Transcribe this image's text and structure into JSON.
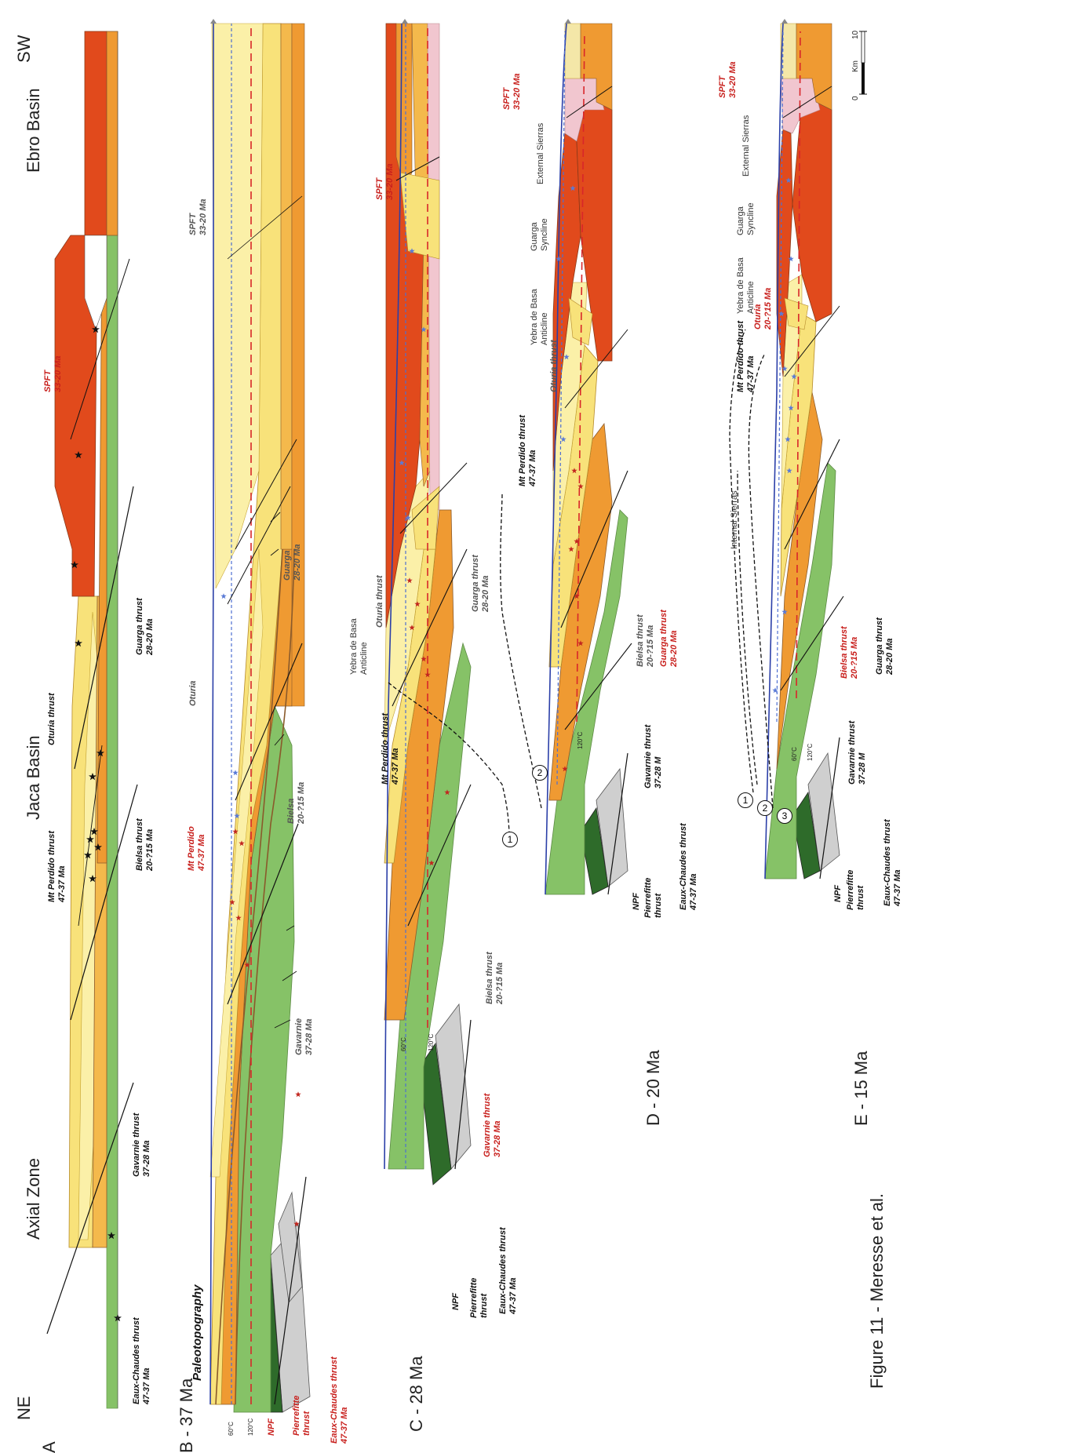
{
  "figure": {
    "caption": "Figure 11 - Meresse et al.",
    "orientation": {
      "ne": "NE",
      "sw": "SW"
    },
    "regions": {
      "axial_zone": "Axial Zone",
      "jaca_basin": "Jaca Basin",
      "ebro_basin": "Ebro Basin"
    },
    "scale_bar": {
      "zero": "0",
      "ten": "10",
      "unit": "Km"
    },
    "colors": {
      "ebro_red": "#e14a1c",
      "orange": "#ef9a32",
      "light_orange": "#f4b94c",
      "yellow": "#f8e27a",
      "pale_yellow": "#fbf0a8",
      "green": "#86c267",
      "dark_green": "#2e6b2a",
      "grey": "#cfcfcf",
      "pink": "#f1c6cf",
      "brown_line": "#8a5a2b",
      "blue_line": "#2b3fa8",
      "red_dash": "#d8262a",
      "blue_dash": "#4e6fd1",
      "star_blue": "#5a7ad6",
      "star_red": "#c2261f"
    },
    "panel_a": {
      "letter": "A",
      "eaux_chaudes": {
        "name": "Eaux-Chaudes thrust",
        "age": "47-37 Ma"
      },
      "gavarnie": {
        "name": "Gavarnie thrust",
        "age": "37-28 Ma"
      },
      "mt_perdido": {
        "name": "Mt Perdido thrust",
        "age": "47-37 Ma"
      },
      "bielsa": {
        "name": "Bielsa thrust",
        "age": "20-?15 Ma"
      },
      "oturia": {
        "name": "Oturia thrust"
      },
      "guarga": {
        "name": "Guarga thrust",
        "age": "28-20 Ma"
      },
      "spft": {
        "name": "SPFT",
        "age": "33-20 Ma"
      }
    },
    "panel_b": {
      "label": "B - 37 Ma",
      "paleotopography": "Paleotopography",
      "iso60": "60°C",
      "iso120": "120°C",
      "npf": "NPF",
      "pierrefitte": {
        "name": "Pierrefitte",
        "name2": "thrust"
      },
      "eaux_chaudes": {
        "name": "Eaux-Chaudes thrust",
        "age": "47-37 Ma"
      },
      "gavarnie": {
        "name": "Gavarnie",
        "age": "37-28 Ma"
      },
      "mt_perdido": {
        "name": "Mt Perdido",
        "age": "47-37 Ma"
      },
      "bielsa": {
        "name": "Bielsa",
        "age": "20-?15 Ma"
      },
      "oturia": {
        "name": "Oturia"
      },
      "guarga": {
        "name": "Guarga",
        "age": "28-20 Ma"
      },
      "spft": {
        "name": "SPFT",
        "age": "33-20 Ma"
      }
    },
    "panel_c": {
      "label": "C - 28 Ma",
      "npf": "NPF",
      "pierrefitte": {
        "name": "Pierrefitte",
        "name2": "thrust"
      },
      "eaux_chaudes": {
        "name": "Eaux-Chaudes thrust",
        "age": "47-37 Ma"
      },
      "gavarnie": {
        "name": "Gavarnie thrust",
        "age": "37-28 Ma"
      },
      "bielsa": {
        "name": "Bielsa thrust",
        "age": "20-?15 Ma"
      },
      "mt_perdido": {
        "name": "Mt Perdido thrust",
        "age": "47-37 Ma"
      },
      "yebra": {
        "name": "Yebra de Basa",
        "name2": "Anticline"
      },
      "oturia": {
        "name": "Oturia thrust"
      },
      "guarga": {
        "name": "Guarga thrust",
        "age": "28-20 Ma"
      },
      "spft": {
        "name": "SPFT",
        "age": "33-20 Ma"
      },
      "iso60": "60°C",
      "iso120": "120°C",
      "marker": "1"
    },
    "panel_d": {
      "label": "D - 20 Ma",
      "npf": "NPF",
      "pierrefitte": {
        "name": "Pierrefitte",
        "name2": "thrust"
      },
      "eaux_chaudes": {
        "name": "Eaux-Chaudes thrust",
        "age": "47-37 Ma"
      },
      "gavarnie": {
        "name": "Gavarnie thrust",
        "age": "37-28 M"
      },
      "bielsa": {
        "name": "Bielsa thrust",
        "age": "20-?15 Ma"
      },
      "guarga": {
        "name": "Guarga thrust",
        "age": "28-20 Ma"
      },
      "mt_perdido": {
        "name": "Mt Perdido thrust",
        "age": "47-37 Ma"
      },
      "oturia": {
        "name": "Oturia thrust"
      },
      "yebra": {
        "name": "Yebra de Basa",
        "name2": "Anticline"
      },
      "guarga_syncline": {
        "name": "Guarga",
        "name2": "Syncline"
      },
      "external_sierras": "External Sierras",
      "spft": {
        "name": "SPFT",
        "age": "33-20 Ma"
      },
      "iso120": "120°C",
      "marker": "2"
    },
    "panel_e": {
      "label": "E - 15 Ma",
      "npf": "NPF",
      "pierrefitte": {
        "name": "Pierrefitte",
        "name2": "thrust"
      },
      "eaux_chaudes": {
        "name": "Eaux-Chaudes thrust",
        "age": "47-37 Ma"
      },
      "gavarnie": {
        "name": "Gavarnie thrust",
        "age": "37-28 M"
      },
      "bielsa": {
        "name": "Bielsa thrust",
        "age": "20-?15 Ma"
      },
      "guarga": {
        "name": "Guarga thrust",
        "age": "28-20 Ma"
      },
      "internal_sierras": "Internal Sierras",
      "mt_perdido": {
        "name": "Mt Perdido thrust",
        "age": "47-37 Ma"
      },
      "oturia": {
        "name": "Oturia",
        "age": "20-?15 Ma"
      },
      "yebra": {
        "name": "Yebra de Basa",
        "name2": "Anticline"
      },
      "guarga_syncline": {
        "name": "Guarga",
        "name2": "Syncline"
      },
      "external_sierras": "External Sierras",
      "spft": {
        "name": "SPFT",
        "age": "33-20 Ma"
      },
      "iso60": "60°C",
      "iso120": "120°C",
      "markers": [
        "1",
        "2",
        "3"
      ]
    }
  }
}
